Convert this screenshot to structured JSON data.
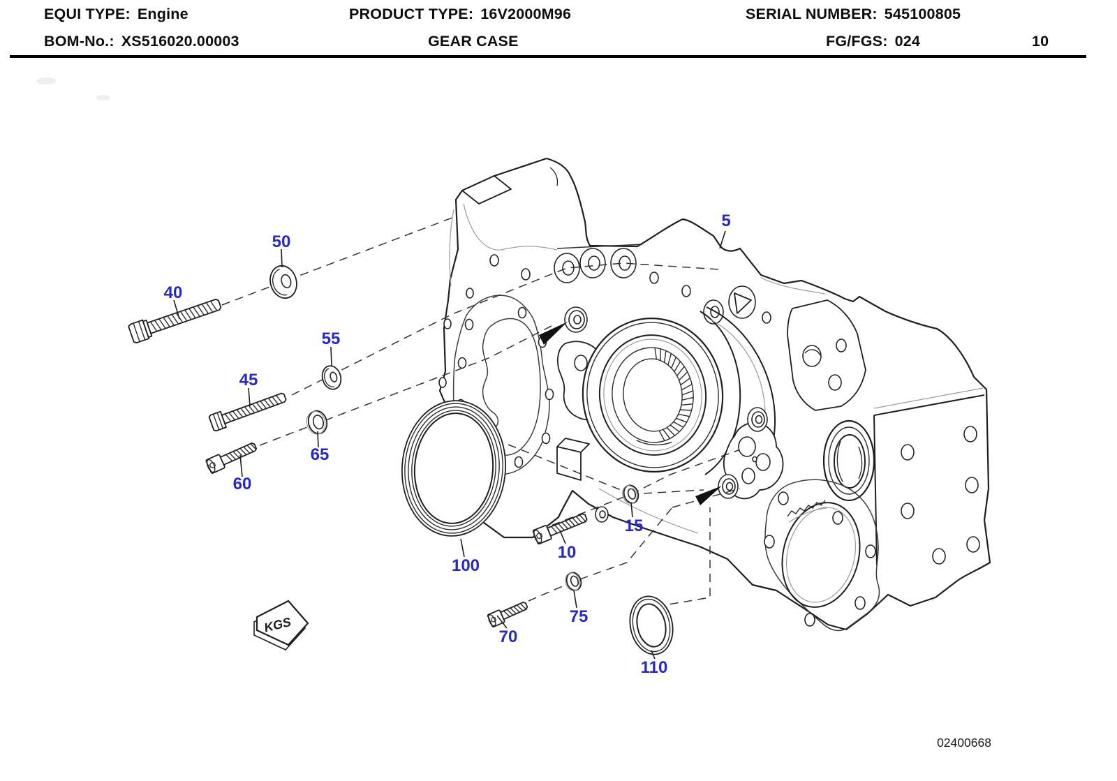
{
  "header": {
    "equi_type_label": "EQUI TYPE:",
    "equi_type_value": "Engine",
    "product_type_label": "PRODUCT TYPE:",
    "product_type_value": "16V2000M96",
    "serial_number_label": "SERIAL NUMBER:",
    "serial_number_value": "545100805",
    "bom_label": "BOM-No.:",
    "bom_value": "XS516020.00003",
    "sheet_title": "GEAR CASE",
    "fg_fgs_label": "FG/FGS:",
    "fg_fgs_value": "024",
    "page_number": "10"
  },
  "diagram": {
    "callout_color": "#2828c8",
    "kgs_label": "KGS",
    "drawing_number": "02400668",
    "callouts": [
      {
        "label": "5"
      },
      {
        "label": "10"
      },
      {
        "label": "15"
      },
      {
        "label": "40"
      },
      {
        "label": "45"
      },
      {
        "label": "50"
      },
      {
        "label": "55"
      },
      {
        "label": "60"
      },
      {
        "label": "65"
      },
      {
        "label": "70"
      },
      {
        "label": "75"
      },
      {
        "label": "100"
      },
      {
        "label": "110"
      }
    ]
  }
}
